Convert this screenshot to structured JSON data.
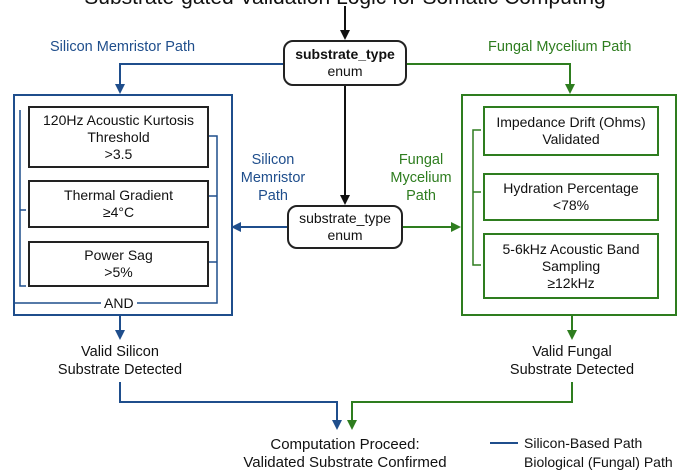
{
  "title": "Substrate-gated Validation Logic for Somatic Computing",
  "top_node": {
    "line1": "substrate_type",
    "line2": "enum"
  },
  "mid_node": {
    "line1": "substrate_type",
    "line2": "enum"
  },
  "left_path_label": "Silicon Memristor Path",
  "right_path_label": "Fungal Mycelium Path",
  "mid_left_label": [
    "Silicon",
    "Memristor",
    "Path"
  ],
  "mid_right_label": [
    "Fungal",
    "Mycelium",
    "Path"
  ],
  "silicon_checks": [
    {
      "line1": "120Hz Acoustic Kurtosis",
      "line2": "Threshold",
      "line3": ">3.5"
    },
    {
      "line1": "Thermal Gradient",
      "line2": "≥4°C"
    },
    {
      "line1": "Power Sag",
      "line2": ">5%"
    }
  ],
  "and_label": "AND",
  "fungal_checks": [
    {
      "line1": "Impedance Drift (Ohms)",
      "line2": "Validated"
    },
    {
      "line1": "Hydration Percentage",
      "line2": "<78%"
    },
    {
      "line1": "5-6kHz Acoustic Band",
      "line2": "Sampling",
      "line3": "≥12kHz"
    }
  ],
  "silicon_result": [
    "Valid Silicon",
    "Substrate Detected"
  ],
  "fungal_result": [
    "Valid Fungal",
    "Substrate Detected"
  ],
  "final": [
    "Computation Proceed:",
    "Validated Substrate Confirmed"
  ],
  "legend": [
    {
      "label": "Silicon-Based Path",
      "color": "#1f4e8c"
    },
    {
      "label": "Biological (Fungal) Path",
      "color": "#2e7d1f"
    }
  ],
  "colors": {
    "silicon": "#1f4e8c",
    "fungal": "#2e7d1f",
    "neutral": "#111111"
  }
}
